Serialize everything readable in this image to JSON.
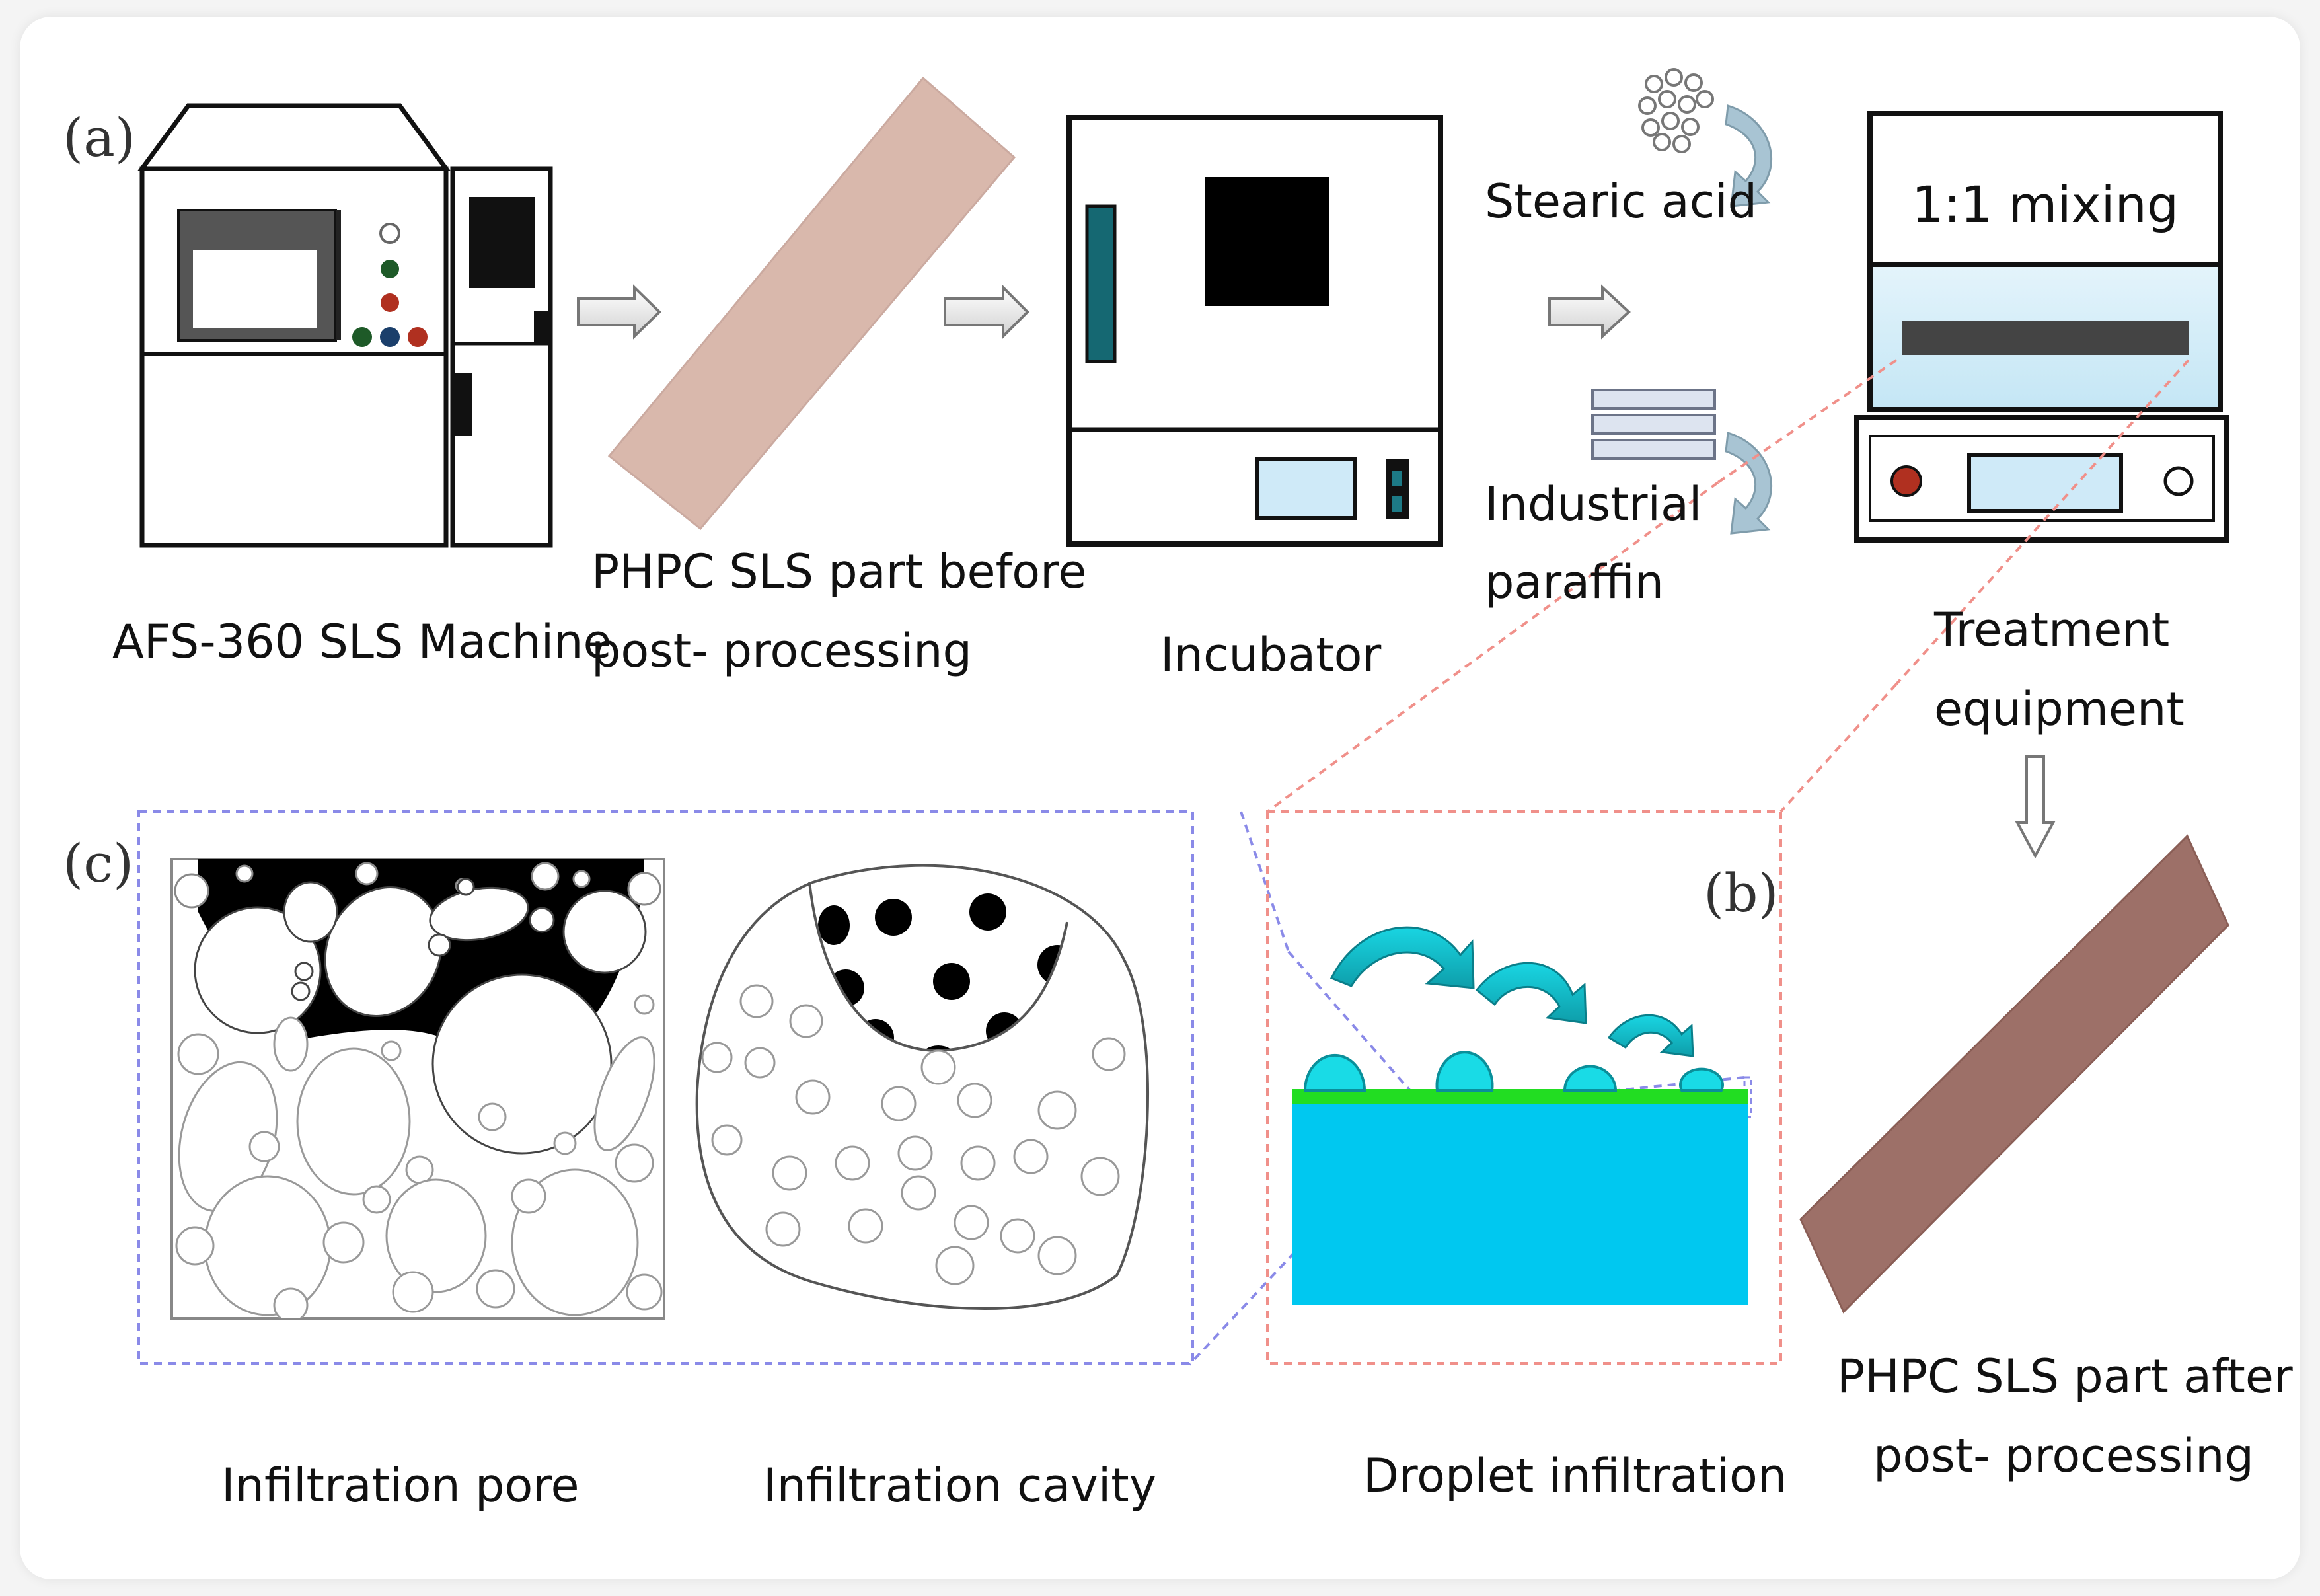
{
  "panels": {
    "a": "(a)",
    "b": "(b)",
    "c": "(c)"
  },
  "labels": {
    "sls_machine": "AFS-360 SLS Machine",
    "part_before_line1": "PHPC SLS part before",
    "part_before_line2": "post- processing",
    "incubator": "Incubator",
    "stearic_acid": "Stearic acid",
    "paraffin_line1": "Industrial",
    "paraffin_line2": "paraffin",
    "mixing_ratio": "1:1 mixing",
    "treatment_line1": "Treatment",
    "treatment_line2": "equipment",
    "part_after_line1": "PHPC SLS part after",
    "part_after_line2": "post- processing",
    "infiltration_pore": "Infiltration pore",
    "infiltration_cavity": "Infiltration cavity",
    "droplet_infiltration": "Droplet infiltration"
  },
  "colors": {
    "part_before": "#d9b8ac",
    "part_after": "#9d7068",
    "droplet": "#19dbe6",
    "substrate": "#00c8f0",
    "coating": "#22dd22",
    "frame_red": "#f0908a",
    "frame_blue": "#8a8ae8",
    "knob_red": "#b03020",
    "screen_blue": "#cfeaf8"
  },
  "icons": [
    "right-arrow-icon",
    "down-arrow-icon",
    "curved-arrow-icon",
    "powder-particles-icon",
    "paraffin-sheets-icon"
  ]
}
